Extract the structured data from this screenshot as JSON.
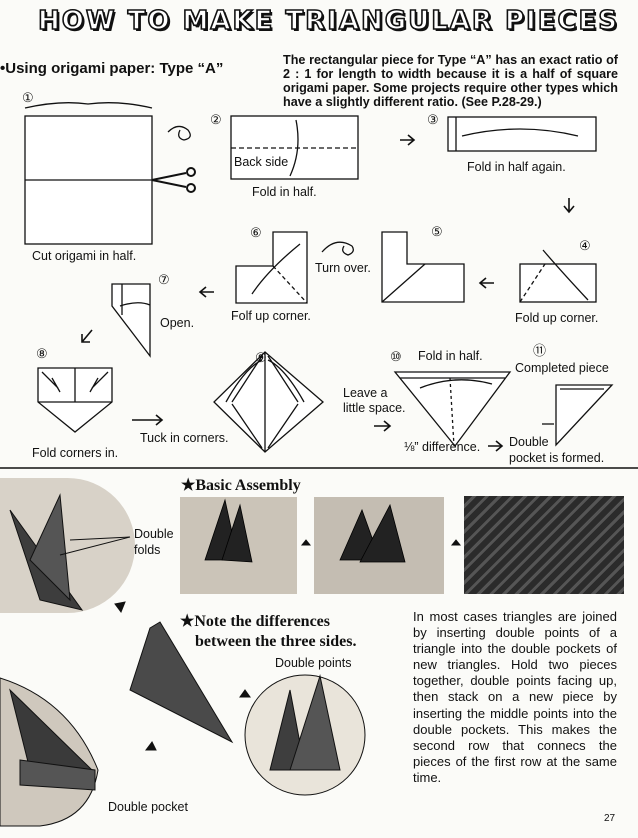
{
  "page": {
    "title": "HOW TO MAKE TRIANGULAR PIECES",
    "subtitle": "•Using origami paper: Type “A”",
    "intro": "The rectangular piece for Type “A” has an exact ratio of 2 : 1 for length to width because it is a half of square origami paper. Some projects require other types which have a slightly different ratio. (See P.28-29.)",
    "page_number": "27"
  },
  "steps": {
    "s1": {
      "num": "①",
      "caption": "Cut origami in half."
    },
    "s2": {
      "num": "②",
      "caption": "Fold in half.",
      "inner": "Back side"
    },
    "s3": {
      "num": "③",
      "caption": "Fold in half again."
    },
    "s4": {
      "num": "④",
      "caption": "Fold up corner."
    },
    "s5": {
      "num": "⑤"
    },
    "turn": "Turn over.",
    "s6": {
      "num": "⑥",
      "caption": "Folf up corner."
    },
    "s7": {
      "num": "⑦",
      "caption": "Open."
    },
    "s8": {
      "num": "⑧",
      "caption": "Fold corners in."
    },
    "tuck": "Tuck in corners.",
    "s9": {
      "num": "⑨"
    },
    "leave1": "Leave a",
    "leave2": "little space.",
    "s10": {
      "num": "⑩",
      "caption": "Fold in half."
    },
    "diff": "⅛” difference.",
    "s11": {
      "num": "⑪",
      "caption": "Completed piece"
    },
    "dp1": "Double",
    "dp2": "pocket is formed."
  },
  "assembly": {
    "heading": "★Basic Assembly",
    "double_folds_1": "Double",
    "double_folds_2": "folds",
    "note_1": "★Note the differences",
    "note_2": "between the three sides.",
    "double_points": "Double points",
    "double_pocket": "Double pocket",
    "body": "In most cases triangles are joined by inserting double points of a triangle into the double pockets of new triangles. Hold two pieces together, double points facing up, then stack on a new piece by inserting the middle points into the double pockets. This makes the second row that connecs the pieces of the first row at the same time."
  }
}
